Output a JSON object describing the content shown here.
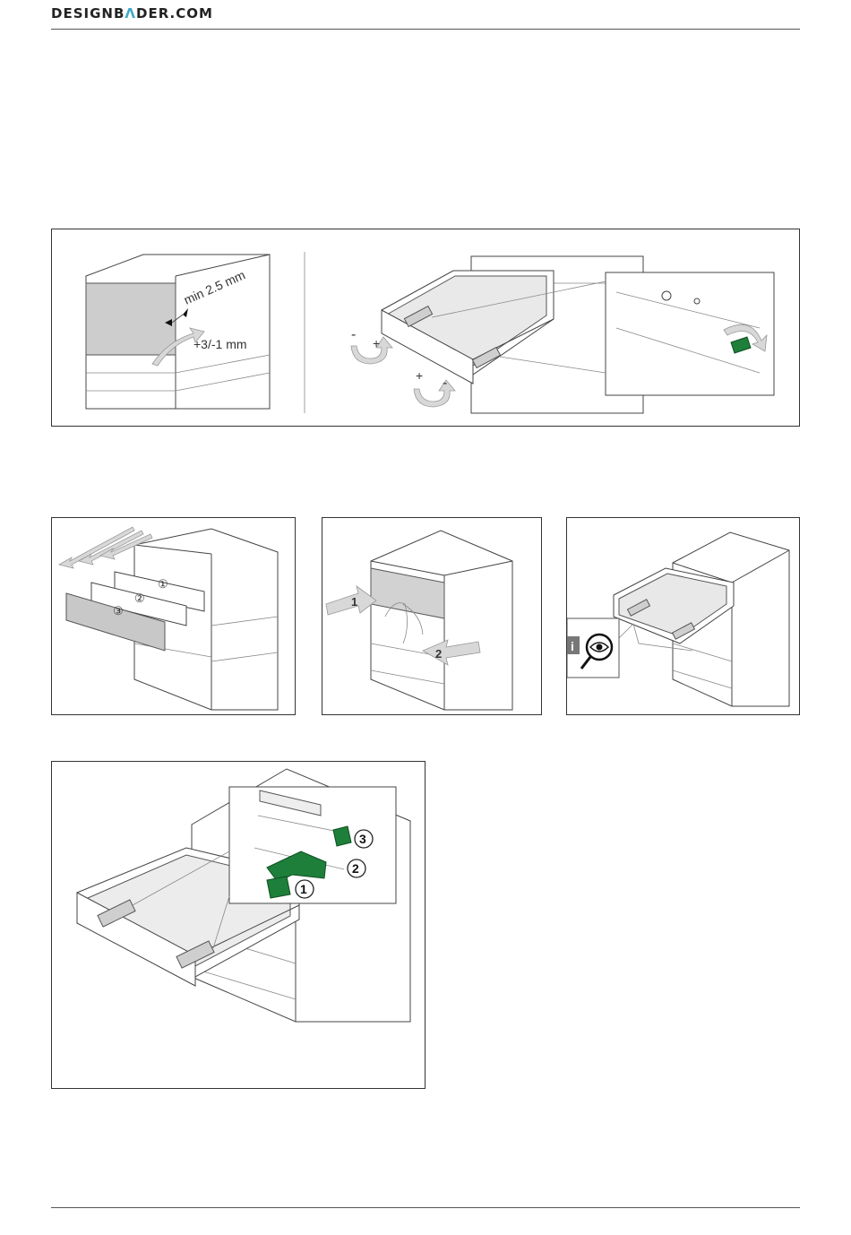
{
  "header": {
    "brand_prefix": "DESIGNB",
    "brand_accent": "Λ",
    "brand_suffix": "DER.COM"
  },
  "panel1": {
    "gap_label": "min 2.5 mm",
    "adjust_label": "+3/-1 mm",
    "minus_left": "-",
    "plus_left": "+",
    "plus_bottom": "+",
    "minus_bottom": "-"
  },
  "panel2": {
    "num1": "①",
    "num2": "②",
    "num3": "③"
  },
  "panel3": {
    "step1": "1",
    "step2": "2"
  },
  "panel4": {
    "info": "i"
  },
  "panel5": {
    "num1": "1",
    "num2": "2",
    "num3": "3"
  },
  "colors": {
    "accent": "#3fa7c9",
    "green": "#1e7f3a"
  }
}
